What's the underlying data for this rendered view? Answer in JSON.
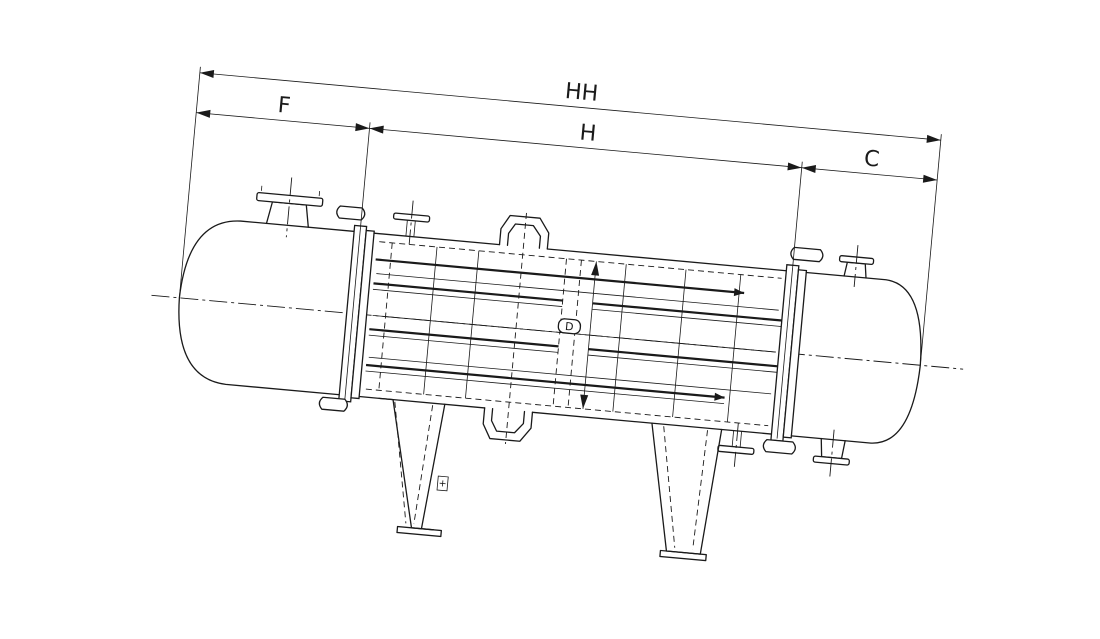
{
  "dimensions": {
    "overall": "HH",
    "left_head": "F",
    "shell": "H",
    "right_head": "C",
    "diameter": "D"
  },
  "colors": {
    "line": "#1a1a1a",
    "background": "#ffffff"
  }
}
